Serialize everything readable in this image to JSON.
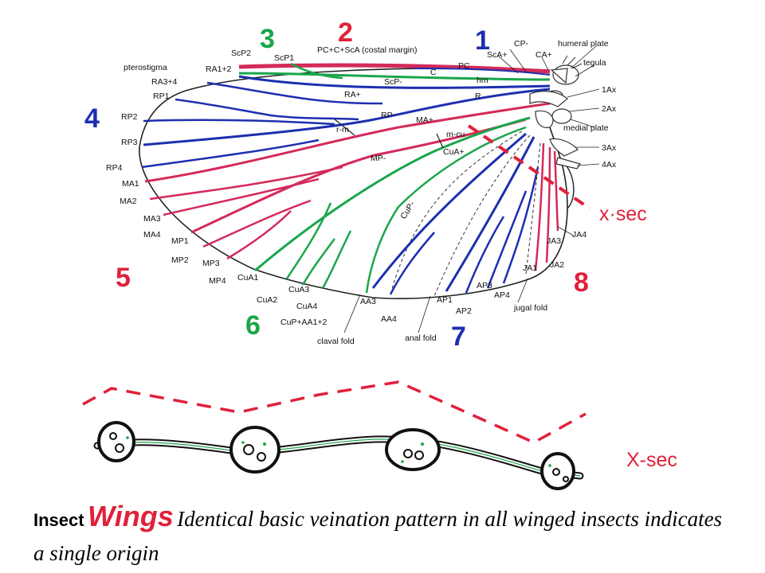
{
  "diagram": {
    "vein_labels": {
      "pc_c_sca": "PC+C+ScA (costal margin)",
      "cp": "CP-",
      "humeral_plate": "humeral plate",
      "sca": "ScA+",
      "ca": "CA+",
      "tegula": "tegula",
      "scp2": "ScP2",
      "scp1": "ScP1",
      "pterostigma": "pterostigma",
      "ra12": "RA1+2",
      "ra34": "RA3+4",
      "rp1": "RP1",
      "rp2": "RP2",
      "rp3": "RP3",
      "rp4": "RP4",
      "ma1": "MA1",
      "ma2": "MA2",
      "ma3": "MA3",
      "ma4": "MA4",
      "mp1": "MP1",
      "mp2": "MP2",
      "mp3": "MP3",
      "mp4": "MP4",
      "cua1": "CuA1",
      "cua2": "CuA2",
      "cua3": "CuA3",
      "cua4": "CuA4",
      "cup_aa12": "CuP+AA1+2",
      "claval_fold": "claval fold",
      "aa3": "AA3",
      "aa4": "AA4",
      "anal_fold": "anal fold",
      "ap1": "AP1",
      "ap2": "AP2",
      "ap3": "AP3",
      "ap4": "AP4",
      "jugal_fold": "jugal fold",
      "ja1": "JA1",
      "ja2": "JA2",
      "ja3": "JA3",
      "ja4": "JA4",
      "pc": "PC",
      "c": "C",
      "hm": "hm",
      "scp": "ScP-",
      "ra": "RA+",
      "r": "R",
      "rp": "RP-",
      "r_m": "r-m",
      "ma": "MA+",
      "mp": "MP-",
      "m_cu": "m-cu",
      "cua": "CuA+",
      "cup": "CuP-",
      "ax1": "1Ax",
      "ax2": "2Ax",
      "medial_plate": "medial plate",
      "ax3": "3Ax",
      "ax4": "4Ax"
    },
    "group_numbers": [
      "1",
      "2",
      "3",
      "4",
      "5",
      "6",
      "7",
      "8"
    ],
    "xsec_marker": "x·sec",
    "xsec_label": "X-sec",
    "colors": {
      "costal": "#d42a5a",
      "radial": "#1c2fb0",
      "cubital": "#1aa64a",
      "marker": "#e0213a"
    }
  },
  "caption": {
    "insect": "Insect",
    "wings": "Wings",
    "description": "Identical basic veination pattern in all winged insects indicates a single origin"
  }
}
